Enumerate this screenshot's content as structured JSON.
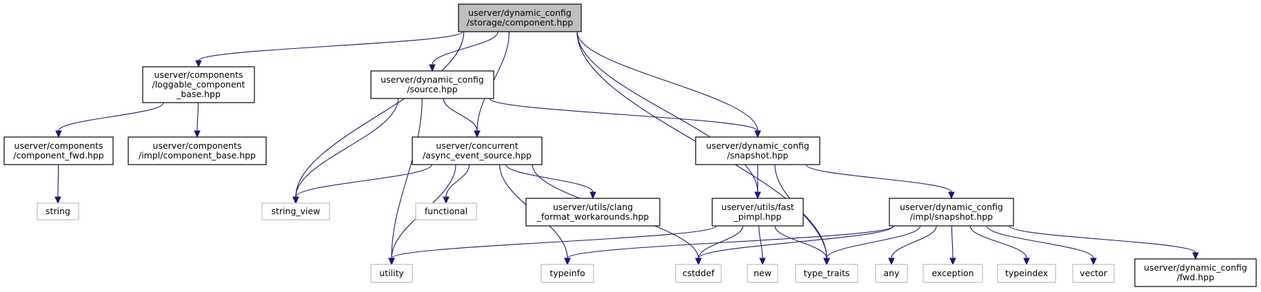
{
  "colors": {
    "edge": "#191970",
    "header_fill": "#bfbfbf",
    "node_border": "#000000",
    "external_border": "#bfbfbf"
  },
  "nodes": [
    {
      "id": "component",
      "kind": "header",
      "lines": [
        "userver/dynamic_config",
        "/storage/component.hpp"
      ]
    },
    {
      "id": "loggable",
      "kind": "black",
      "lines": [
        "userver/components",
        "/loggable_component",
        "_base.hpp"
      ]
    },
    {
      "id": "source",
      "kind": "black",
      "lines": [
        "userver/dynamic_config",
        "/source.hpp"
      ]
    },
    {
      "id": "component_fwd",
      "kind": "black",
      "lines": [
        "userver/components",
        "/component_fwd.hpp"
      ]
    },
    {
      "id": "impl_component_base",
      "kind": "black",
      "lines": [
        "userver/components",
        "/impl/component_base.hpp"
      ]
    },
    {
      "id": "async_event_source",
      "kind": "black",
      "lines": [
        "userver/concurrent",
        "/async_event_source.hpp"
      ]
    },
    {
      "id": "snapshot",
      "kind": "black",
      "lines": [
        "userver/dynamic_config",
        "/snapshot.hpp"
      ]
    },
    {
      "id": "string",
      "kind": "grey",
      "lines": [
        "string"
      ]
    },
    {
      "id": "string_view",
      "kind": "grey",
      "lines": [
        "string_view"
      ]
    },
    {
      "id": "functional",
      "kind": "grey",
      "lines": [
        "functional"
      ]
    },
    {
      "id": "clang_format",
      "kind": "black",
      "lines": [
        "userver/utils/clang",
        "_format_workarounds.hpp"
      ]
    },
    {
      "id": "fast_pimpl",
      "kind": "black",
      "lines": [
        "userver/utils/fast",
        "_pimpl.hpp"
      ]
    },
    {
      "id": "impl_snapshot",
      "kind": "black",
      "lines": [
        "userver/dynamic_config",
        "/impl/snapshot.hpp"
      ]
    },
    {
      "id": "utility",
      "kind": "grey",
      "lines": [
        "utility"
      ]
    },
    {
      "id": "typeinfo",
      "kind": "grey",
      "lines": [
        "typeinfo"
      ]
    },
    {
      "id": "cstddef",
      "kind": "grey",
      "lines": [
        "cstddef"
      ]
    },
    {
      "id": "new",
      "kind": "grey",
      "lines": [
        "new"
      ]
    },
    {
      "id": "type_traits",
      "kind": "grey",
      "lines": [
        "type_traits"
      ]
    },
    {
      "id": "any",
      "kind": "grey",
      "lines": [
        "any"
      ]
    },
    {
      "id": "exception",
      "kind": "grey",
      "lines": [
        "exception"
      ]
    },
    {
      "id": "typeindex",
      "kind": "grey",
      "lines": [
        "typeindex"
      ]
    },
    {
      "id": "vector",
      "kind": "grey",
      "lines": [
        "vector"
      ]
    },
    {
      "id": "fwd",
      "kind": "black",
      "lines": [
        "userver/dynamic_config",
        "/fwd.hpp"
      ]
    }
  ],
  "edges": [
    [
      "component",
      "loggable"
    ],
    [
      "component",
      "string_view"
    ],
    [
      "component",
      "source"
    ],
    [
      "component",
      "async_event_source"
    ],
    [
      "component",
      "fast_pimpl"
    ],
    [
      "component",
      "snapshot"
    ],
    [
      "component",
      "type_traits"
    ],
    [
      "loggable",
      "component_fwd"
    ],
    [
      "loggable",
      "impl_component_base"
    ],
    [
      "component_fwd",
      "string"
    ],
    [
      "source",
      "string_view"
    ],
    [
      "source",
      "async_event_source"
    ],
    [
      "source",
      "utility"
    ],
    [
      "source",
      "snapshot"
    ],
    [
      "async_event_source",
      "string_view"
    ],
    [
      "async_event_source",
      "functional"
    ],
    [
      "async_event_source",
      "clang_format"
    ],
    [
      "async_event_source",
      "utility"
    ],
    [
      "async_event_source",
      "typeinfo"
    ],
    [
      "async_event_source",
      "cstddef"
    ],
    [
      "snapshot",
      "fast_pimpl"
    ],
    [
      "snapshot",
      "type_traits"
    ],
    [
      "snapshot",
      "impl_snapshot"
    ],
    [
      "fast_pimpl",
      "utility"
    ],
    [
      "fast_pimpl",
      "cstddef"
    ],
    [
      "fast_pimpl",
      "new"
    ],
    [
      "fast_pimpl",
      "type_traits"
    ],
    [
      "impl_snapshot",
      "typeinfo"
    ],
    [
      "impl_snapshot",
      "cstddef"
    ],
    [
      "impl_snapshot",
      "type_traits"
    ],
    [
      "impl_snapshot",
      "any"
    ],
    [
      "impl_snapshot",
      "exception"
    ],
    [
      "impl_snapshot",
      "typeindex"
    ],
    [
      "impl_snapshot",
      "vector"
    ],
    [
      "impl_snapshot",
      "fwd"
    ]
  ]
}
